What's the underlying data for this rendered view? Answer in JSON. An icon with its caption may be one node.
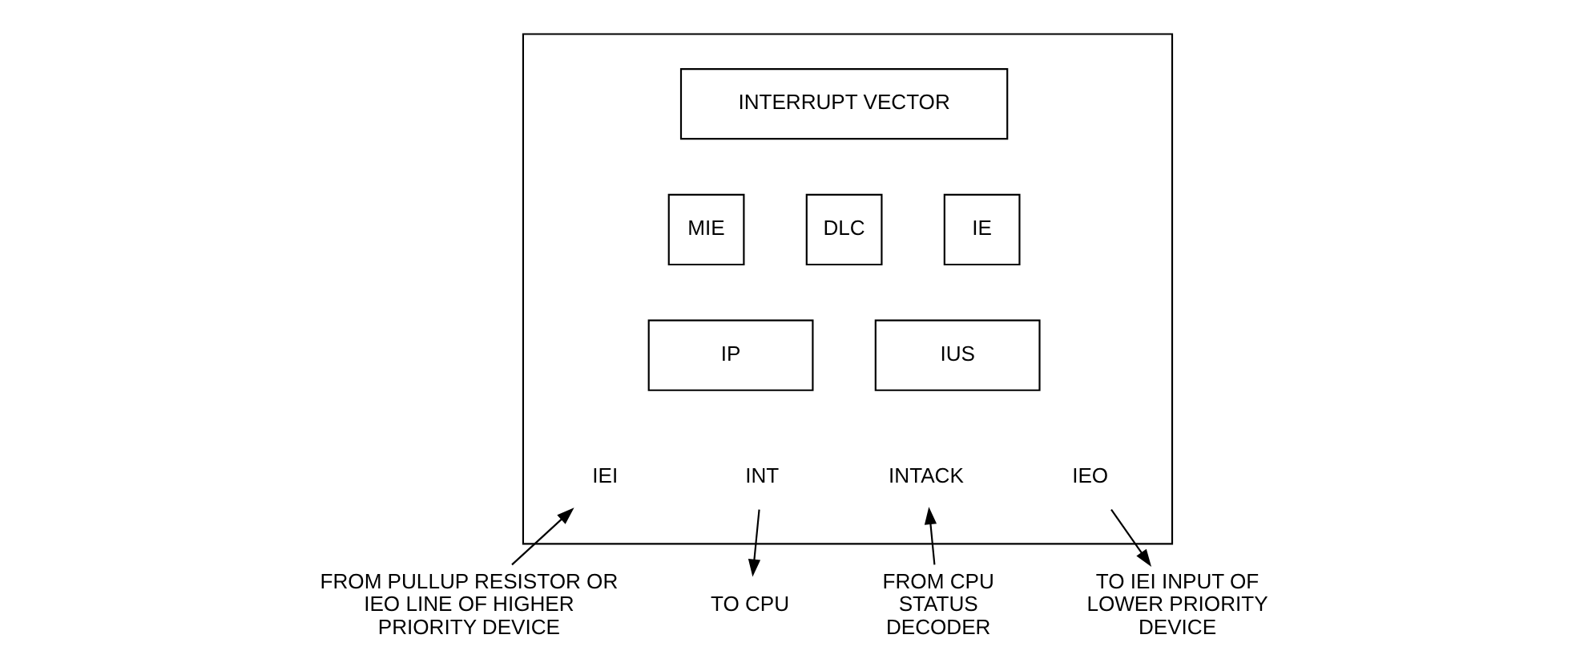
{
  "diagram": {
    "nodes": [
      {
        "text": [],
        "shape": "box"
      },
      {
        "text": [
          "INTERRUPT VECTOR"
        ],
        "in": 0
      },
      {
        "text": [
          "IE"
        ],
        "in": 0
      },
      {
        "text": [
          "MIE"
        ],
        "in": 0
      },
      {
        "text": [
          "DLC"
        ],
        "in": 0
      },
      {
        "text": [
          "IP"
        ],
        "in": 0
      },
      {
        "text": [
          "IUS"
        ],
        "in": 0
      },
      {
        "text": [
          "IEI"
        ],
        "in": 0
      },
      {
        "text": [
          "INT"
        ],
        "in": 0
      },
      {
        "text": [
          "INTACK"
        ],
        "in": 0
      },
      {
        "text": [
          "IEO"
        ],
        "in": 0
      },
      {
        "text": [
          "FROM PULLUP RESISTOR OR IEO LINE OF HIGHER PRIORITY DEVICE"
        ]
      },
      {
        "text": [
          "TO CPU"
        ]
      },
      {
        "text": [
          "FROM CPU STATUS DECODER"
        ]
      },
      {
        "text": [
          "TO IEI INPUT OF LOWER PRIORITY DEVICE"
        ]
      }
    ],
    "edges": [
      {
        "from": 11,
        "to": 7,
        "arrow": "to"
      },
      {
        "from": 8,
        "to": 12,
        "arrow": "to"
      },
      {
        "from": 13,
        "to": 9,
        "arrow": "to"
      },
      {
        "from": 10,
        "to": 14,
        "arrow": "to"
      }
    ]
  }
}
